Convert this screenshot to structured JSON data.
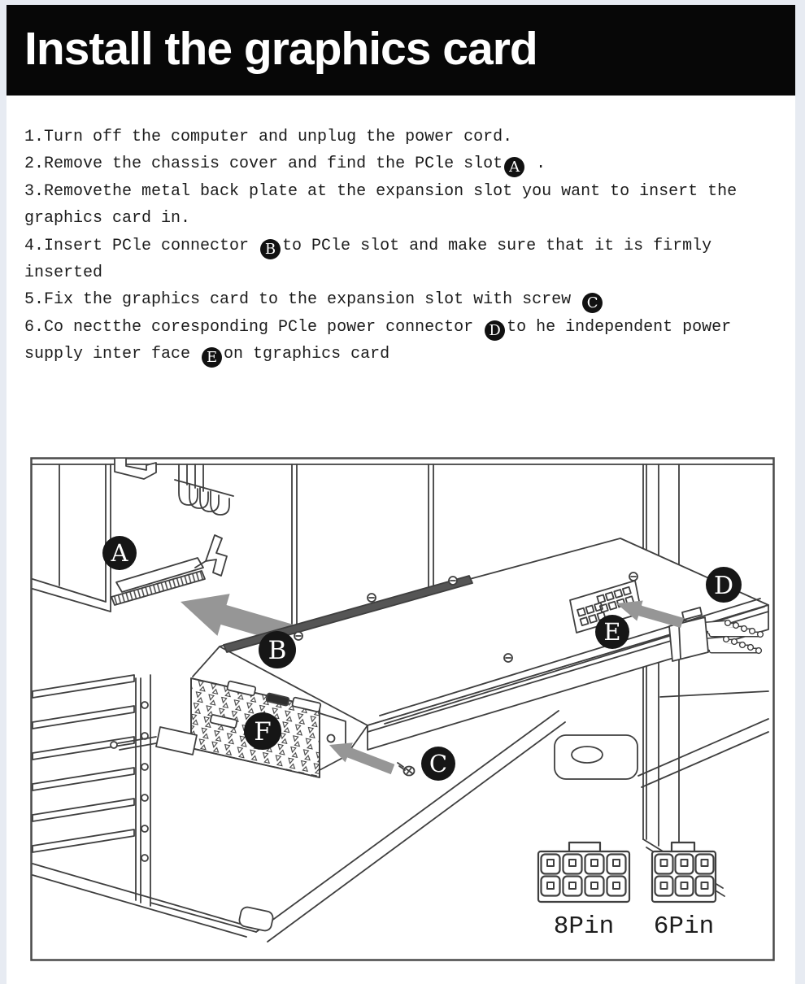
{
  "header": {
    "title": "Install the graphics card",
    "bg": "#070707",
    "fg": "#ffffff"
  },
  "instructions": {
    "lines": [
      [
        "1.Turn off the computer and unplug the power cord."
      ],
      [
        "2.Remove the chassis cover and find the PCle slot",
        {
          "b": "A"
        },
        " ."
      ],
      [
        "3.Removethe metal back plate at the expansion slot you want to insert the"
      ],
      [
        "graphics card in."
      ],
      [
        "4.Insert PCle connector ",
        {
          "b": "B"
        },
        "to PCle slot and make sure that it is firmly"
      ],
      [
        "inserted"
      ],
      [
        "5.Fix the graphics card to the expansion slot with screw ",
        {
          "b": "C"
        }
      ],
      [
        "6.Co nectthe coresponding PCle power connector ",
        {
          "b": "D"
        },
        "to he independent power"
      ],
      [
        "supply inter face ",
        {
          "b": "E"
        },
        "on tgraphics card"
      ]
    ]
  },
  "diagram": {
    "labels": {
      "a": "A",
      "b": "B",
      "c": "C",
      "d": "D",
      "e": "E",
      "f": "F"
    },
    "connectors": {
      "eight_pin": "8Pin",
      "six_pin": "6Pin"
    },
    "line_color": "#3f3f3f",
    "arrow_color": "#969696",
    "badge_bg": "#161616"
  }
}
